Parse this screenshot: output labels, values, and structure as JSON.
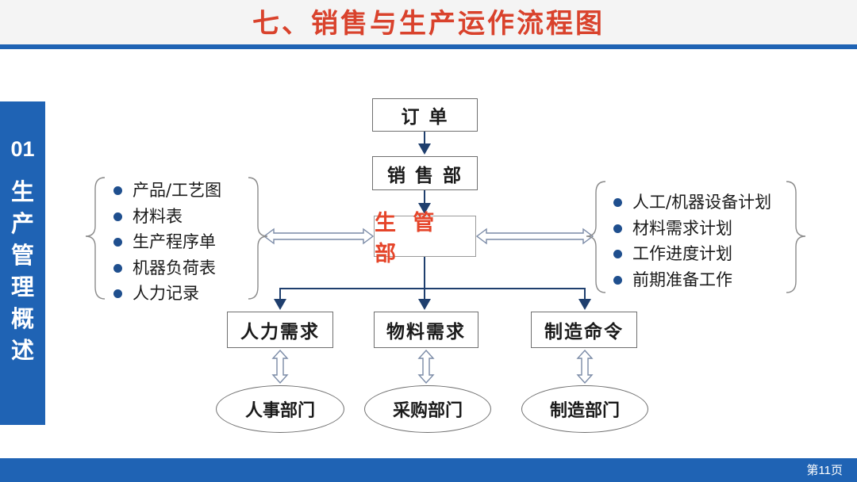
{
  "title": "七、销售与生产运作流程图",
  "side_tab": {
    "number": "01",
    "label": "生产管理概述"
  },
  "page_number": "第11页",
  "nodes": {
    "order": "订 单",
    "sales": "销 售 部",
    "production_mgmt": "生 管 部",
    "manpower_demand": "人力需求",
    "material_demand": "物料需求",
    "manufacturing_order": "制造命令",
    "hr_dept": "人事部门",
    "purchasing_dept": "采购部门",
    "manufacturing_dept": "制造部门"
  },
  "left_list": [
    "产品/工艺图",
    "材料表",
    "生产程序单",
    "机器负荷表",
    "人力记录"
  ],
  "right_list": [
    "人工/机器设备计划",
    "材料需求计划",
    "工作进度计划",
    "前期准备工作"
  ],
  "colors": {
    "accent_blue": "#1f63b4",
    "title_red": "#d9422c",
    "main_node_red": "#e5452a",
    "bullet": "#1f4f8e"
  }
}
